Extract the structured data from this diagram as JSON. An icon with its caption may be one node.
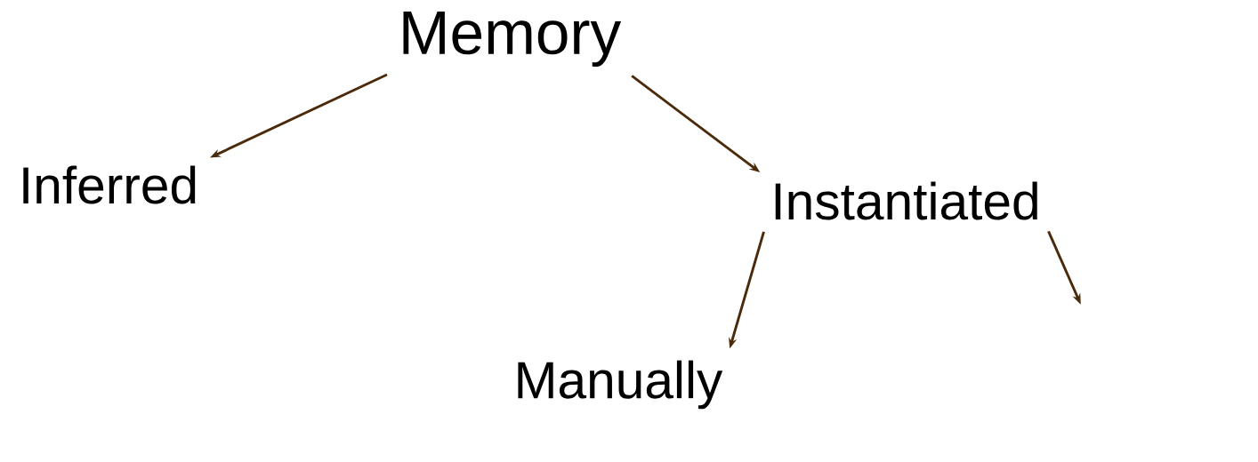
{
  "diagram": {
    "nodes": [
      {
        "text": [
          "Memory"
        ]
      },
      {
        "text": [
          "Inferred"
        ]
      },
      {
        "text": [
          "Instantiated"
        ]
      },
      {
        "text": [
          "Manually"
        ]
      }
    ],
    "edges": [
      {
        "from": 0,
        "to": 1,
        "arrow": "to"
      },
      {
        "from": 0,
        "to": 2,
        "arrow": "to"
      },
      {
        "from": 2,
        "to": 3,
        "arrow": "to"
      },
      {
        "from": 2,
        "to": null,
        "arrow": "to"
      }
    ]
  }
}
